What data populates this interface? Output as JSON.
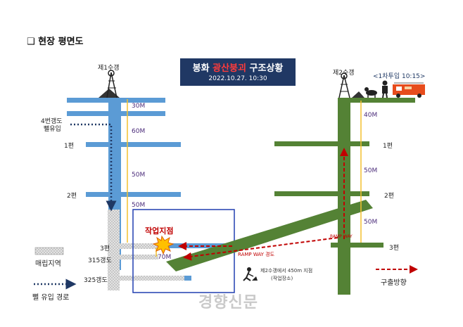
{
  "heading": "❑ 현장 평면도",
  "title": {
    "prefix": "봉화 ",
    "highlight": "광산붕괴",
    "suffix": " 구조상황",
    "date": "2022.10.27.  10:30"
  },
  "shaft1": {
    "label": "제1수갱"
  },
  "shaft2": {
    "label": "제2수갱"
  },
  "first_entry": "<1차투입 10:15>",
  "drift4": {
    "line1": "4번갱도",
    "line2": "뻘유입"
  },
  "levels_left": [
    "1편",
    "2편",
    "3편",
    "315갱도",
    "325갱도"
  ],
  "levels_right": [
    "1편",
    "2편",
    "3편"
  ],
  "distances_left": [
    "30M",
    "60M",
    "50M",
    "50M",
    "70M"
  ],
  "distances_right": [
    "40M",
    "50M",
    "50M"
  ],
  "work_site": "작업지점",
  "ramp_way_upper": "RAMP WAY",
  "ramp_way_lower": "RAMP WAY 경도",
  "note": {
    "line1": "제2수갱에서 450m 지점",
    "line2": "(작업장소)"
  },
  "legend": {
    "fill_area": "매립지역",
    "mud_path": "뻘 유입 경로",
    "rescue_direction": "구출방향"
  },
  "watermark": "경향신문",
  "colors": {
    "blue_shaft": "#5b9bd5",
    "green_shaft": "#548235",
    "navy_title": "#203864",
    "arrow_red": "#c00000",
    "distance_yellow": "#f2c12e",
    "fill_gray": "#d9d9d9"
  }
}
